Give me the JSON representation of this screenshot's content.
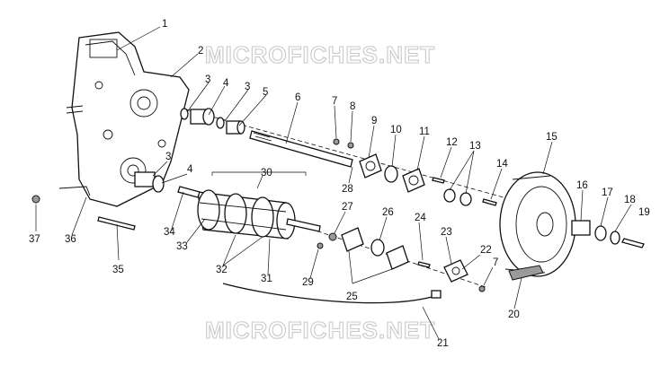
{
  "watermarks": [
    "MICROFICHES.NET",
    "MICROFICHES.NET"
  ],
  "callouts": [
    "1",
    "2",
    "3",
    "4",
    "3",
    "5",
    "6",
    "7",
    "8",
    "9",
    "10",
    "11",
    "12",
    "13",
    "14",
    "15",
    "16",
    "17",
    "18",
    "19",
    "3",
    "4",
    "30",
    "28",
    "27",
    "26",
    "24",
    "23",
    "22",
    "7",
    "34",
    "33",
    "32",
    "31",
    "29",
    "25",
    "37",
    "36",
    "35",
    "20",
    "21"
  ]
}
